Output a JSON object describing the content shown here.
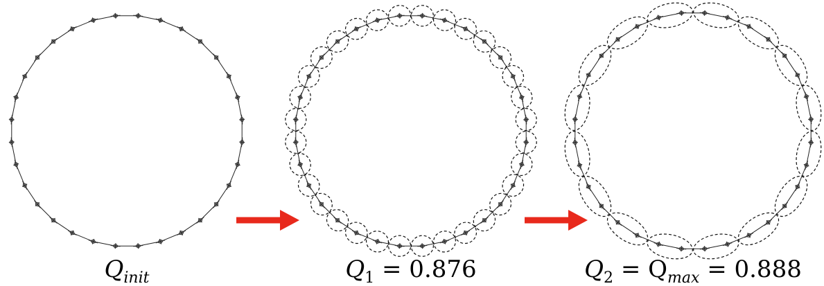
{
  "panels": [
    {
      "id": "init",
      "label": {
        "main": "Q",
        "sub": "init",
        "rest": ""
      },
      "node_count": 32,
      "group_size": 0
    },
    {
      "id": "q1",
      "label": {
        "main": "Q",
        "sub": "1",
        "rest": " = 0.876"
      },
      "node_count": 32,
      "group_size": 1
    },
    {
      "id": "q2",
      "label": {
        "main": "Q",
        "sub": "2",
        "mid": " = Q",
        "sub2": "max",
        "rest": " = 0.888"
      },
      "node_count": 32,
      "group_size": 2
    }
  ],
  "colors": {
    "ring": "#222222",
    "node": "#333333",
    "cluster_outline": "#111111",
    "arrow": "#e8291c"
  },
  "icons": {
    "arrow": "right-arrow-icon"
  }
}
